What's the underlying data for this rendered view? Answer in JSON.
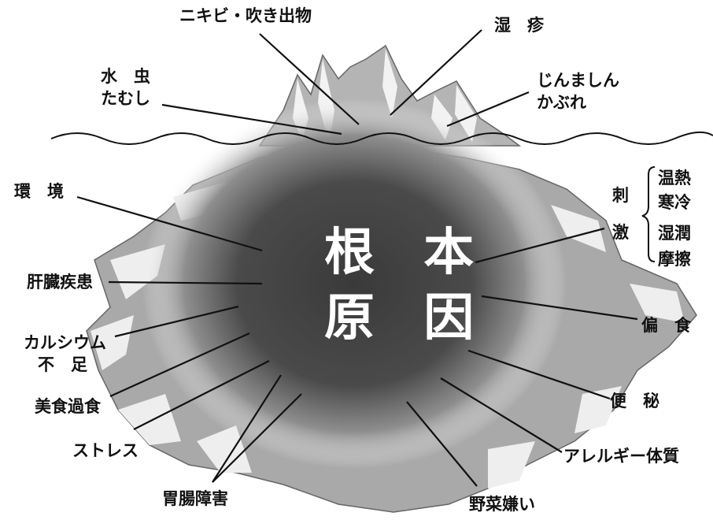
{
  "center": {
    "line1": "根 本",
    "line2": "原 因"
  },
  "labels": {
    "nikibi": "ニキビ・吹き出物",
    "shisshin": "湿　疹",
    "mizumushi_1": "水　虫",
    "mizumushi_2": "たむし",
    "jinmashin_1": "じんましん",
    "jinmashin_2": "かぶれ",
    "kankyo": "環　境",
    "shigeki_1": "刺",
    "shigeki_2": "激",
    "stim_items": [
      "温熱",
      "寒冷",
      "湿潤",
      "摩擦"
    ],
    "kanzo": "肝臓疾患",
    "calcium_1": "カルシウム",
    "calcium_2": "不　足",
    "bishoku": "美食過食",
    "stress": "ストレス",
    "ichou": "胃腸障害",
    "henshoku": "偏　食",
    "benpi": "便　秘",
    "allergy": "アレルギー体質",
    "yasai": "野菜嫌い"
  },
  "colors": {
    "line": "#111111",
    "text": "#111111",
    "center_text": "#ffffff",
    "shading": "#3a3a3a"
  }
}
